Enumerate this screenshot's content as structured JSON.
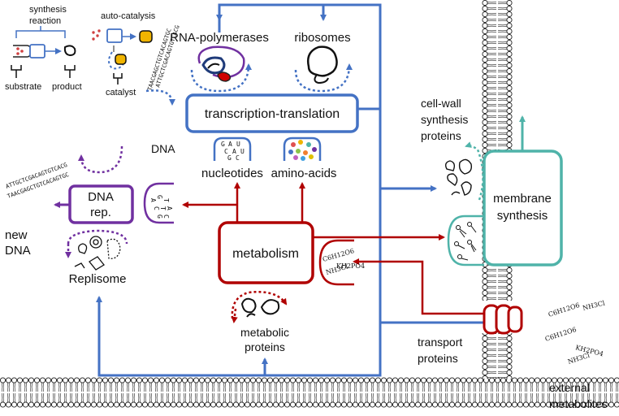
{
  "legend": {
    "synthesis": "synthesis reaction",
    "autocatalysis": "auto-catalysis",
    "substrate": "substrate",
    "product": "product",
    "catalyst": "catalyst"
  },
  "nodes": {
    "rna_polymerases": "RNA-polymerases",
    "ribosomes": "ribosomes",
    "transcription_translation": "transcription-translation",
    "dna": "DNA",
    "nucleotides": "nucleotides",
    "amino_acids": "amino-acids",
    "dna_rep": "DNA rep.",
    "new_dna": "new DNA",
    "replisome": "Replisome",
    "metabolism": "metabolism",
    "metabolic_proteins": "metabolic proteins",
    "cell_wall": "cell-wall synthesis proteins",
    "membrane_synthesis": "membrane synthesis",
    "transport_proteins": "transport proteins",
    "external_metabolites": "external metabolites"
  },
  "nucleotide_letters": [
    "G",
    "A",
    "U",
    "C",
    "A",
    "U",
    "G",
    "C"
  ],
  "dna_rep_letters": [
    "A",
    "G",
    "T",
    "C",
    "T",
    "A",
    "G",
    "C"
  ],
  "internal_metabolites": [
    "C6H12O6",
    "KH2PO4",
    "NH3Cl"
  ],
  "external_metabolite_labels": [
    "C6H12O6",
    "NH3Cl",
    "C6H12O6",
    "KH2PO4",
    "NH3Cl"
  ],
  "sequences": {
    "template_strand": "ATTGCTCGACAGTGTCACG",
    "complement_strand": "TAACGAGCTGTCACAGTGC",
    "new_strand_top": "ATTGCTCGACAGTGTCACG",
    "new_strand_bottom": "TAACGAGCTGTCACAGTGC"
  },
  "colors": {
    "blue": "#4472c4",
    "red": "#b00000",
    "purple": "#7030a0",
    "teal": "#4fb3a9",
    "yellow": "#f0b400",
    "dna_red": "#d04040"
  }
}
